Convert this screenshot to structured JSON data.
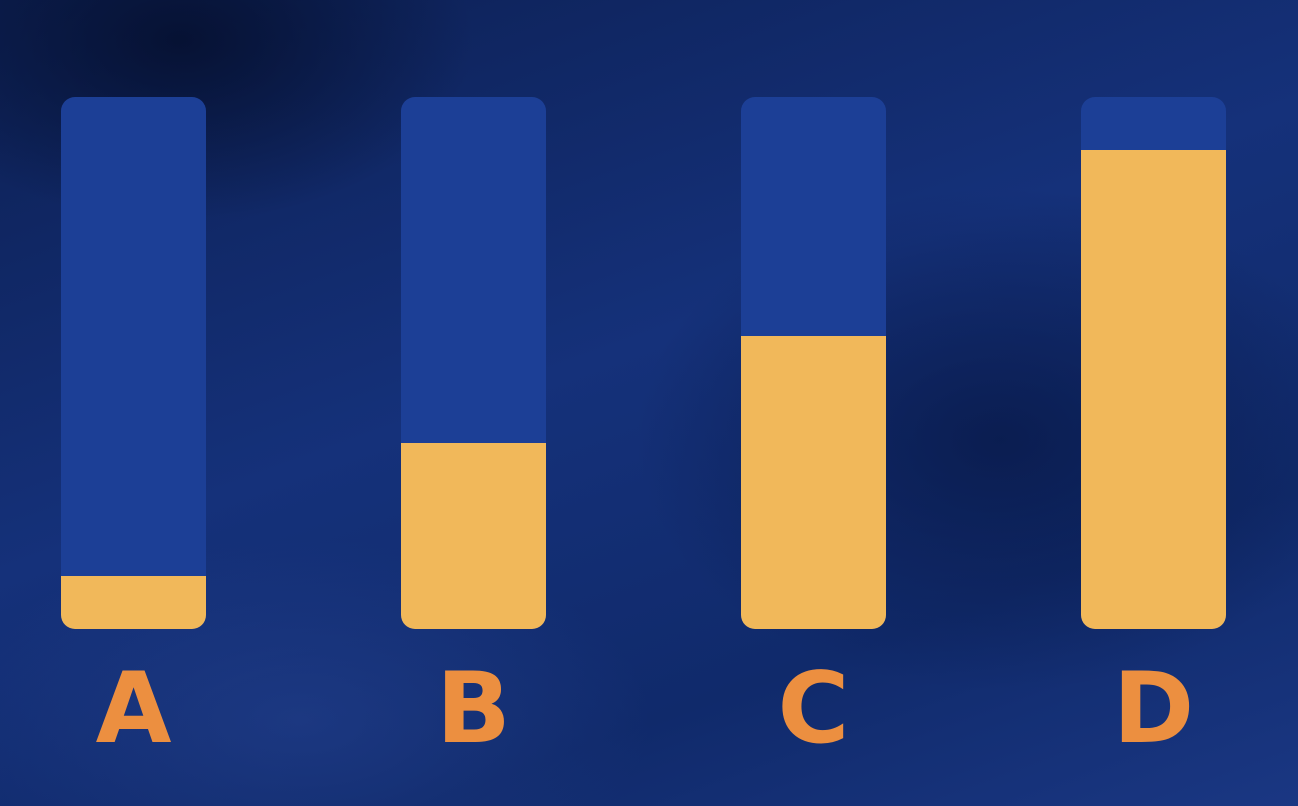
{
  "chart_data": {
    "type": "bar",
    "categories": [
      "A",
      "B",
      "C",
      "D"
    ],
    "values": [
      0.1,
      0.35,
      0.55,
      0.9
    ],
    "ylim": [
      0,
      1
    ],
    "colors": {
      "fill": "#f1b85a",
      "track": "#1c3f96",
      "label": "#ec8f40"
    }
  }
}
